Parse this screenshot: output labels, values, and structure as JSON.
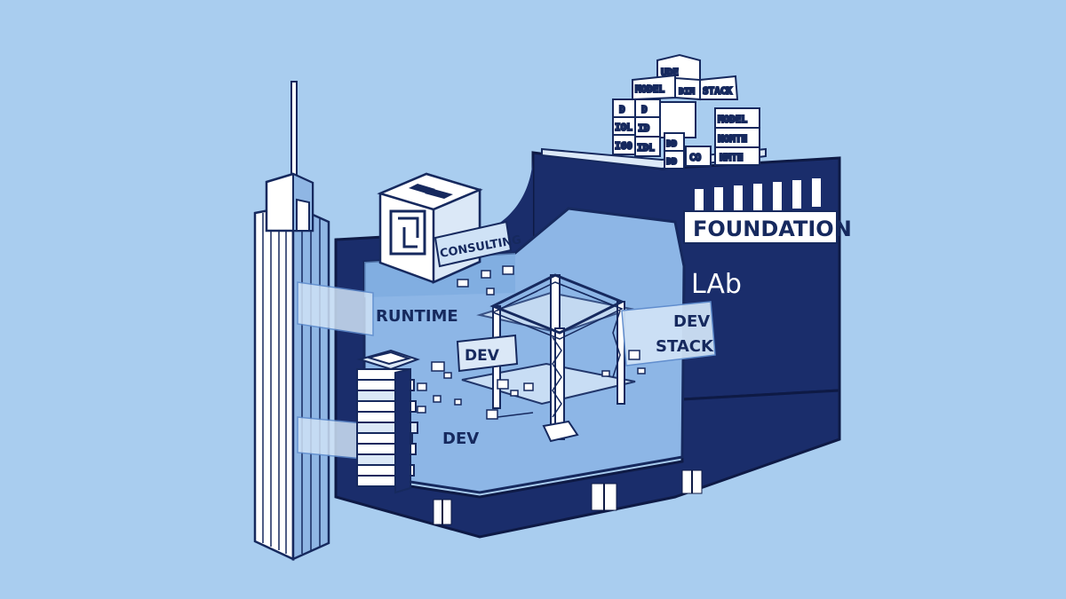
{
  "labels": {
    "foundation": "FOUNDATION",
    "lab": "LAb",
    "consulting": "CONSULTING",
    "runtime": "RUNTIME",
    "dev_center": "DEV",
    "dev_lower": "DEV",
    "dev_right": "DEV",
    "stack_right": "STACK"
  },
  "rooftop_boxes": {
    "row1": [
      "UDE"
    ],
    "row2": [
      "MODEL",
      "DIM",
      "STACK"
    ],
    "left_col": [
      "D",
      "IOL",
      "I60"
    ],
    "left_col2": [
      "D",
      "ID",
      "IDL"
    ],
    "center_col": [
      "DD",
      "DD"
    ],
    "right_col": [
      "MODEL",
      "ИОМТН",
      "ИМТН"
    ],
    "mid_col": [
      "CO"
    ]
  },
  "colors": {
    "background": "#a9cdef",
    "navy": "#1a2d6b",
    "wall_light": "#8db6e6",
    "white": "#ffffff"
  }
}
